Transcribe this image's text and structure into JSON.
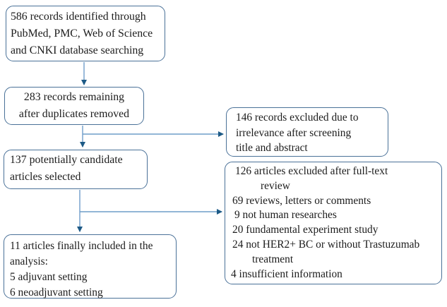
{
  "colors": {
    "box_border": "#4a7198",
    "connector_line": "#6e9dc9",
    "arrowhead": "#1d5a86",
    "text": "#1c1c1c",
    "background": "#ffffff"
  },
  "diagram": {
    "boxes": {
      "identified": {
        "lines": [
          "586 records identified through",
          "PubMed, PMC, Web of Science",
          "and CNKI database searching"
        ]
      },
      "duplicates_removed": {
        "lines": [
          "283 records remaining",
          "after duplicates removed"
        ]
      },
      "screening_excluded": {
        "lines": [
          "146 records excluded due to",
          "irrelevance after screening",
          "title and abstract"
        ]
      },
      "candidates": {
        "lines": [
          "137 potentially candidate",
          "articles selected"
        ]
      },
      "fulltext_excluded": {
        "lines": [
          "126 articles excluded after full-text",
          "review",
          "69 reviews, letters or comments",
          "9 not human researches",
          "20 fundamental experiment study",
          "24 not HER2+ BC or without Trastuzumab",
          "treatment",
          "4 insufficient information"
        ]
      },
      "included": {
        "lines": [
          "11 articles finally included in the",
          "analysis:",
          "5 adjuvant setting",
          "6 neoadjuvant setting"
        ]
      }
    }
  }
}
